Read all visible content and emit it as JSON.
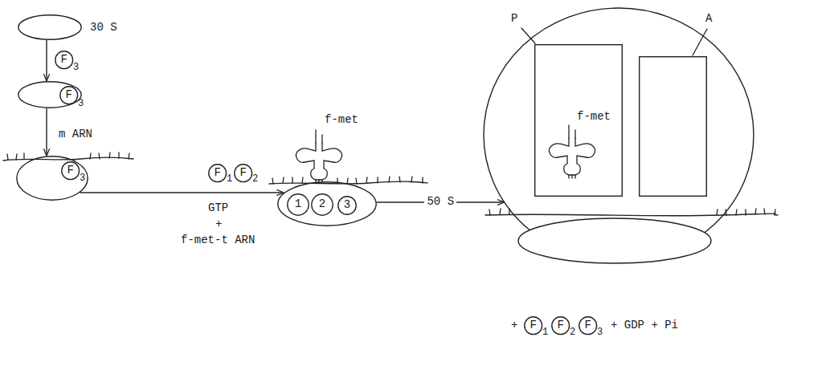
{
  "diagram": {
    "nodes": [
      {
        "text": [
          "30 S"
        ]
      },
      {
        "text": [
          "F",
          "3"
        ]
      },
      {
        "text": []
      },
      {
        "text": [
          "F",
          "3"
        ],
        "in": 2
      },
      {
        "text": []
      },
      {
        "text": [
          "F",
          "3"
        ],
        "in": 4
      },
      {
        "text": [
          "F",
          "1"
        ]
      },
      {
        "text": [
          "F",
          "2"
        ]
      },
      {
        "text": []
      },
      {
        "text": [
          "1"
        ],
        "in": 8
      },
      {
        "text": [
          "2"
        ],
        "in": 8
      },
      {
        "text": [
          "3"
        ],
        "in": 8
      },
      {
        "text": []
      },
      {
        "text": [
          "P",
          "f-met"
        ],
        "in": 12
      },
      {
        "text": [
          "A"
        ],
        "in": 12
      },
      {
        "text": [
          "F",
          "1"
        ]
      },
      {
        "text": [
          "F",
          "2"
        ]
      },
      {
        "text": [
          "F",
          "3"
        ]
      }
    ],
    "edges": [
      {
        "from": 0,
        "to": 2,
        "arrow": "to"
      },
      {
        "from": 2,
        "to": 4,
        "arrow": "to",
        "label": "m ARN"
      },
      {
        "from": 4,
        "to": 8,
        "arrow": "to"
      },
      {
        "from": 8,
        "to": 12,
        "arrow": "to",
        "label": "50 S"
      }
    ],
    "labels": [
      "f-met",
      "GTP",
      "+",
      "f-met-t ARN",
      "+",
      "+ GDP + Pi"
    ]
  }
}
